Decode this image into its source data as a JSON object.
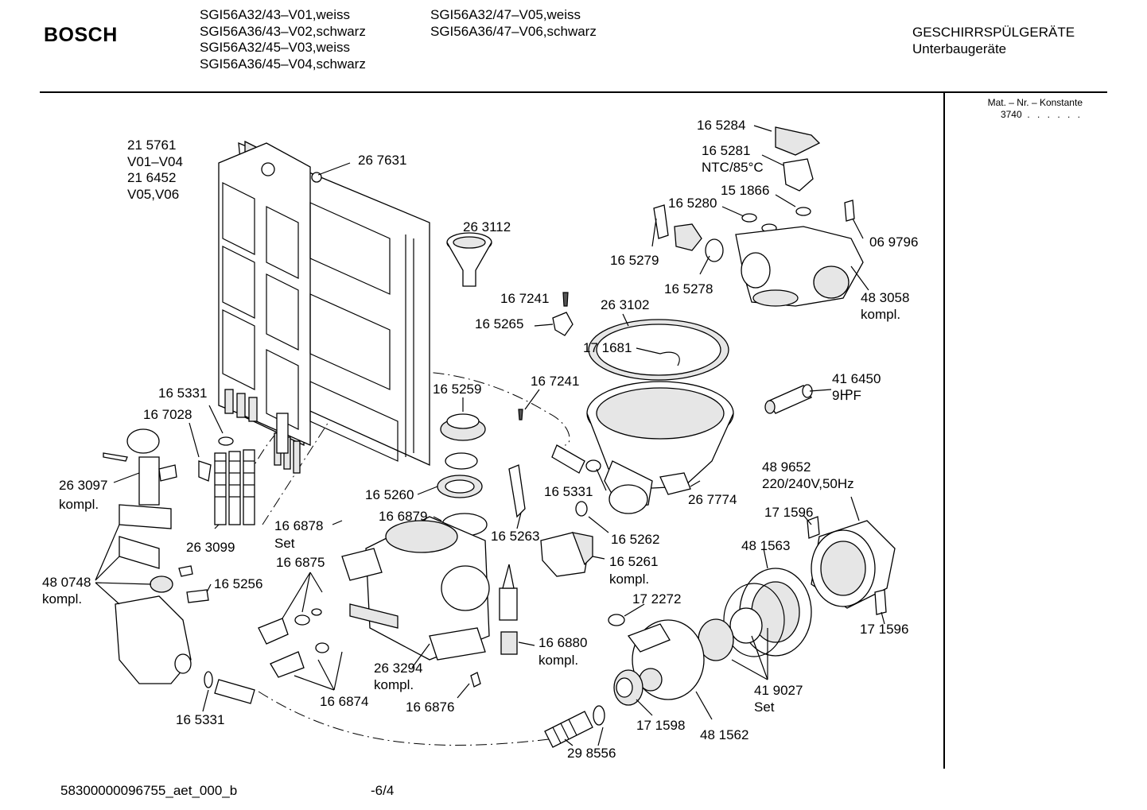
{
  "header": {
    "brand": "BOSCH",
    "models_col1": [
      "SGI56A32/43–V01,weiss",
      "SGI56A36/43–V02,schwarz",
      "SGI56A32/45–V03,weiss",
      "SGI56A36/45–V04,schwarz"
    ],
    "models_col2": [
      "SGI56A32/47–V05,weiss",
      "SGI56A36/47–V06,schwarz"
    ],
    "category": "GESCHIRRSPÜLGERÄTE",
    "subcategory": "Unterbaugeräte"
  },
  "sidebar": {
    "mat_label": "Mat. – Nr. – Konstante",
    "mat_value": "3740",
    "mat_dots": ". . . . . ."
  },
  "footer": {
    "doc_id": "58300000096755_aet_000_b",
    "page": "-6/4"
  },
  "labels": {
    "p215761": "21 5761",
    "v01v04": "V01–V04",
    "p216452": "21 6452",
    "v05v06": "V05,V06",
    "p267631": "26 7631",
    "p263112": "26 3112",
    "p165284": "16 5284",
    "p165281": "16 5281",
    "ntc": "NTC/85°C",
    "p151866": "15 1866",
    "p165280": "16 5280",
    "p069796": "06 9796",
    "p165279": "16 5279",
    "p165278": "16 5278",
    "p483058": "48 3058",
    "kompl_483058": "kompl.",
    "p167241a": "16 7241",
    "p165265": "16 5265",
    "p263102": "26 3102",
    "p171681": "17 1681",
    "p416450": "41 6450",
    "cap": "9㏋F",
    "p165331a": "16 5331",
    "p167028": "16 7028",
    "p165259": "16 5259",
    "p167241b": "16 7241",
    "p263097": "26 3097",
    "kompl_263097": "kompl.",
    "p489652": "48 9652",
    "power": "220/240V,50Hz",
    "p165260": "16 5260",
    "p165331b": "16 5331",
    "p267774": "26 7774",
    "p171596a": "17 1596",
    "p166879": "16 6879",
    "p166878": "16 6878",
    "set_166878": "Set",
    "p263099": "26 3099",
    "p165263": "16 5263",
    "p165262": "16 5262",
    "p481563": "48 1563",
    "p165261": "16 5261",
    "kompl_165261": "kompl.",
    "p480748": "48 0748",
    "kompl_480748": "kompl.",
    "p166875": "16 6875",
    "p165256": "16 5256",
    "p172272": "17 2272",
    "p171596b": "17 1596",
    "p166880": "16 6880",
    "kompl_166880": "kompl.",
    "p263294": "26 3294",
    "kompl_263294": "kompl.",
    "p419027": "41 9027",
    "set_419027": "Set",
    "p166874": "16 6874",
    "p166876": "16 6876",
    "p165331c": "16 5331",
    "p171598": "17 1598",
    "p481562": "48 1562",
    "p298556": "29 8556"
  }
}
